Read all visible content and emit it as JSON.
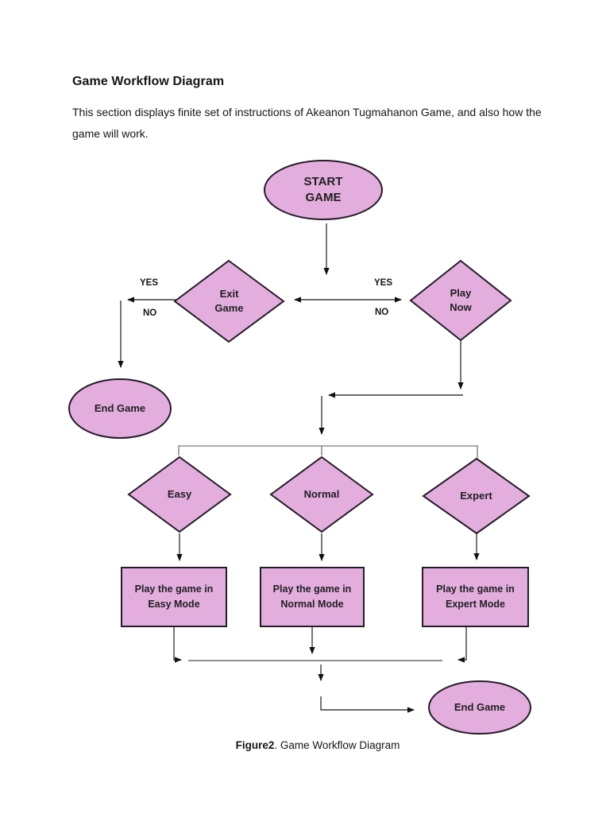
{
  "page": {
    "heading": "Game Workflow Diagram",
    "intro": "This section displays finite set of instructions of Akeanon Tugmahanon Game, and also how the\ngame will work.",
    "caption": {
      "figure": "Figure2",
      "text": ". Game Workflow Diagram"
    }
  },
  "colors": {
    "shape_fill": "#e3aede",
    "shape_stroke": "#241c28",
    "connector_dark": "#3c3c3c",
    "connector_gray": "#8f8f8f",
    "text": "#1f1f1f",
    "background": "#ffffff"
  },
  "flowchart": {
    "nodes": {
      "start": {
        "label": "START\nGAME"
      },
      "exit_game": {
        "label": "Exit\nGame"
      },
      "play_now": {
        "label": "Play\nNow"
      },
      "end_game_left": {
        "label": "End Game"
      },
      "easy": {
        "label": "Easy"
      },
      "normal": {
        "label": "Normal"
      },
      "expert": {
        "label": "Expert"
      },
      "play_easy": {
        "label": "Play the game in\nEasy Mode"
      },
      "play_normal": {
        "label": "Play the game in\nNormal Mode"
      },
      "play_expert": {
        "label": "Play the game in\nExpert Mode"
      },
      "end_game_bottom": {
        "label": "End Game"
      }
    },
    "edge_labels": {
      "exit_yes": "YES",
      "exit_no": "NO",
      "play_yes": "YES",
      "play_no": "NO"
    }
  }
}
